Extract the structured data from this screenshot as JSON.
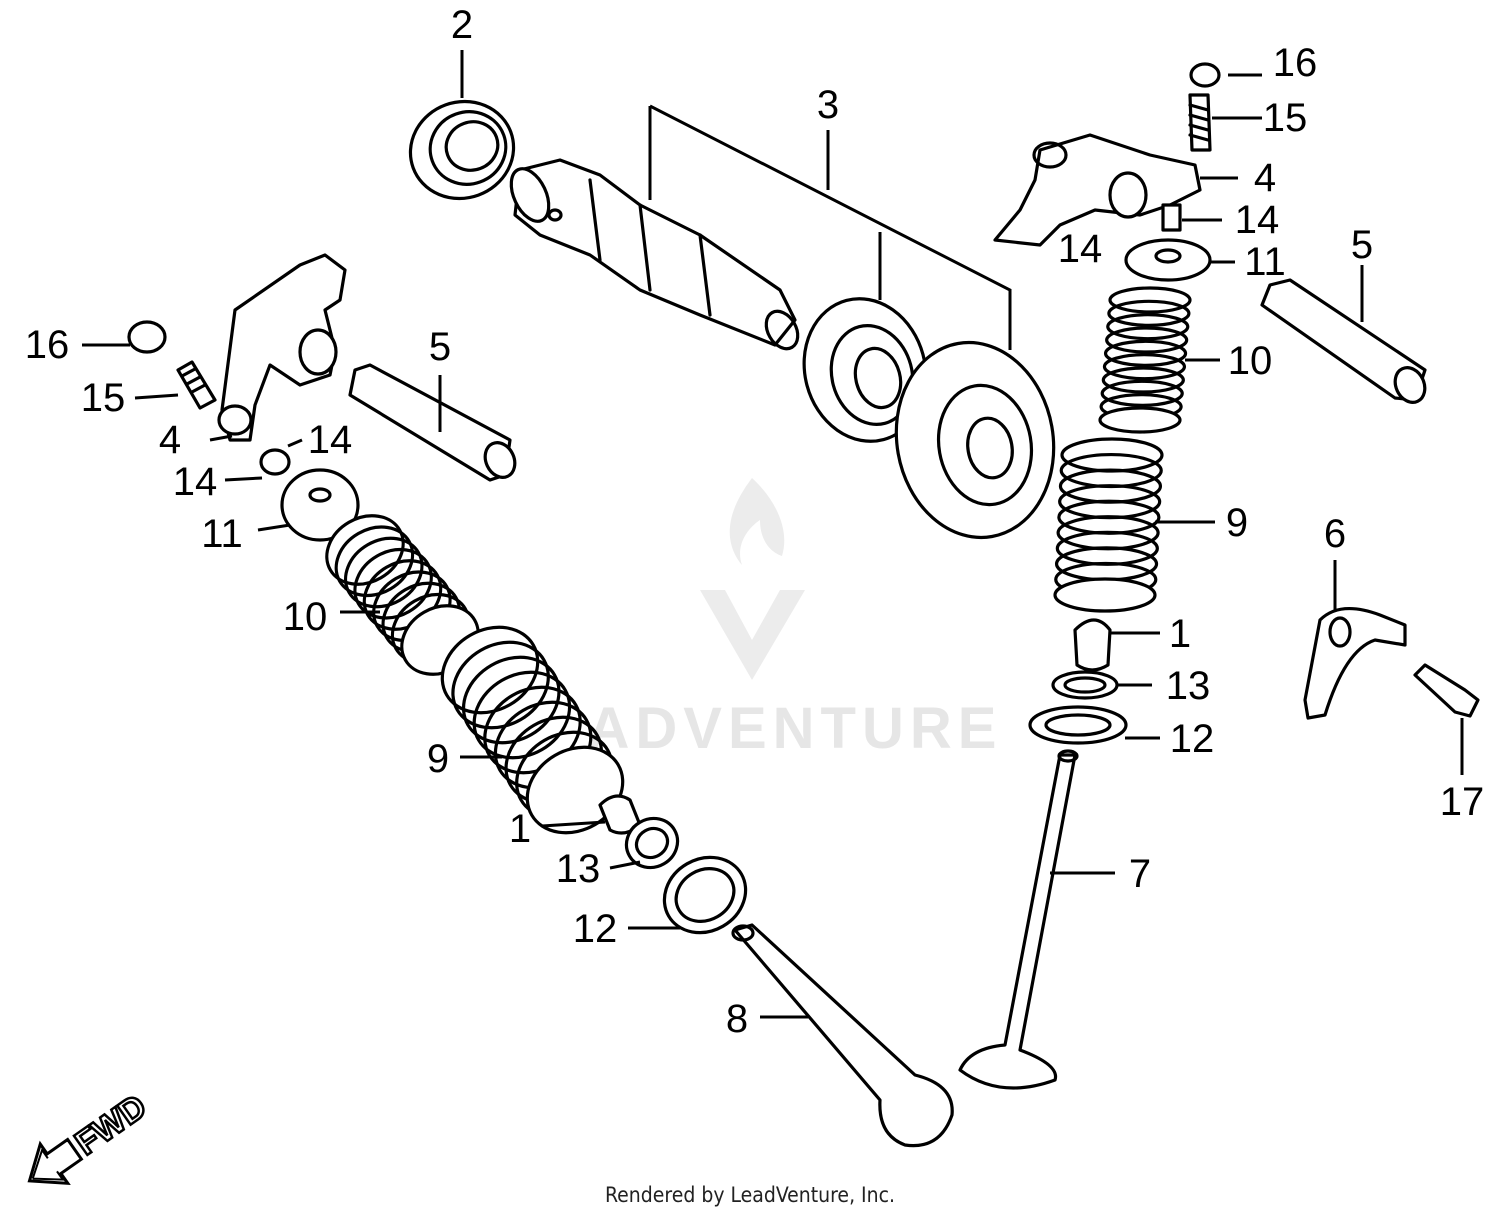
{
  "watermark": {
    "brand": "ADVENTURE"
  },
  "fwd": {
    "label": "FWD"
  },
  "footer": {
    "text": "Rendered by LeadVenture, Inc."
  },
  "callouts": [
    {
      "id": "c2",
      "label": "2"
    },
    {
      "id": "c3",
      "label": "3"
    },
    {
      "id": "c16r",
      "label": "16"
    },
    {
      "id": "c15r",
      "label": "15"
    },
    {
      "id": "c4r",
      "label": "4"
    },
    {
      "id": "c14ra",
      "label": "14"
    },
    {
      "id": "c14rb",
      "label": "14"
    },
    {
      "id": "c11r",
      "label": "11"
    },
    {
      "id": "c5r",
      "label": "5"
    },
    {
      "id": "c10r",
      "label": "10"
    },
    {
      "id": "c9r",
      "label": "9"
    },
    {
      "id": "c6",
      "label": "6"
    },
    {
      "id": "c1r",
      "label": "1"
    },
    {
      "id": "c13r",
      "label": "13"
    },
    {
      "id": "c12r",
      "label": "12"
    },
    {
      "id": "c17",
      "label": "17"
    },
    {
      "id": "c7",
      "label": "7"
    },
    {
      "id": "c16l",
      "label": "16"
    },
    {
      "id": "c15l",
      "label": "15"
    },
    {
      "id": "c5l",
      "label": "5"
    },
    {
      "id": "c4l",
      "label": "4"
    },
    {
      "id": "c14la",
      "label": "14"
    },
    {
      "id": "c14lb",
      "label": "14"
    },
    {
      "id": "c11l",
      "label": "11"
    },
    {
      "id": "c10l",
      "label": "10"
    },
    {
      "id": "c9l",
      "label": "9"
    },
    {
      "id": "c1l",
      "label": "1"
    },
    {
      "id": "c13l",
      "label": "13"
    },
    {
      "id": "c12l",
      "label": "12"
    },
    {
      "id": "c8",
      "label": "8"
    }
  ]
}
